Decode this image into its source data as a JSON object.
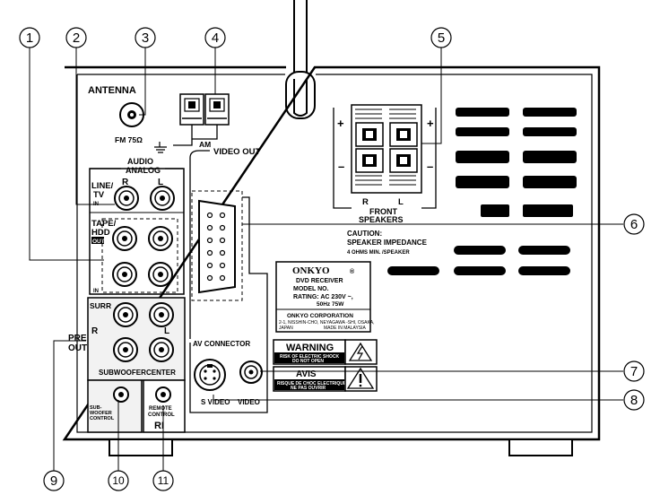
{
  "labels": {
    "antenna": "ANTENNA",
    "fm": "FM 75Ω",
    "am": "AM",
    "audio": "AUDIO",
    "analog": "ANALOG",
    "line_tv": "LINE/",
    "line_tv2": "TV",
    "in": "IN",
    "r": "R",
    "l": "L",
    "tape": "TAPE/",
    "hdd": "HDD",
    "out": "OUT",
    "in2": "IN",
    "video_out": "VIDEO OUT",
    "front": "FRONT",
    "speakers": "SPEAKERS",
    "caution1": "CAUTION:",
    "caution2": "SPEAKER IMPEDANCE",
    "caution3": "4 OHMS MIN. /SPEAKER",
    "brand": "ONKYO",
    "brand_mark": "®",
    "model1": "DVD RECEIVER",
    "model2": "MODEL NO.",
    "rating1": "RATING: AC 230V ~,",
    "rating2": "50Hz 75W",
    "corp": "ONKYO CORPORATION",
    "addr1": "2-1, NISSHIN-CHO, NEYAGAWA -SHI, OSAKA,",
    "japan": "JAPAN",
    "malaysia": "MADE IN MALAYSIA",
    "warning": "WARNING",
    "warn1": "RISK OF ELECTRIC SHOCK",
    "warn2": "DO NOT OPEN",
    "avis": "AVIS",
    "avis1": "RISQUE DE CHOC ELECTRIQUE",
    "avis2": "NE PAS OUVRIR",
    "av_connector": "AV CONNECTOR",
    "s_video": "S VIDEO",
    "video": "VIDEO",
    "surr": "SURR",
    "pre": "PRE",
    "pre_out": "OUT",
    "subwoofer": "SUBWOOFER",
    "center": "CENTER",
    "sub_ctrl1": "SUB-",
    "sub_ctrl2": "WOOFER",
    "sub_ctrl3": "CONTROL",
    "remote1": "REMOTE",
    "remote2": "CONTROL",
    "ri": "RI"
  },
  "callouts": [
    "1",
    "2",
    "3",
    "4",
    "5",
    "6",
    "7",
    "8",
    "9",
    "10",
    "11"
  ]
}
